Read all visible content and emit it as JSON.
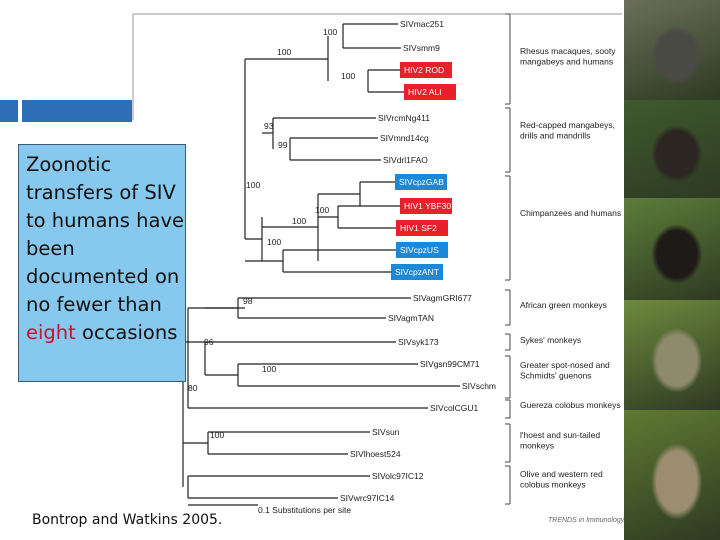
{
  "note": {
    "text_before": "Zoonotic transfers of SIV to humans have been documented on no fewer than ",
    "accent_word": "eight",
    "text_after": " occasions"
  },
  "citation": "Bontrop and Watkins 2005.",
  "colors": {
    "hiv_box": "#e8202a",
    "chimp_box": "#1e88d8",
    "note_bg": "#87c8ee",
    "accent": "#c8102e",
    "blue_bar": "#2d6fb7"
  },
  "tree": {
    "taxa": [
      {
        "label": "SIVmac251",
        "highlight": "none"
      },
      {
        "label": "SIVsmm9",
        "highlight": "none"
      },
      {
        "label": "HIV2 ROD",
        "highlight": "hiv"
      },
      {
        "label": "HIV2 ALI",
        "highlight": "hiv"
      },
      {
        "label": "SIVrcmNg411",
        "highlight": "none"
      },
      {
        "label": "SIVmnd14cg",
        "highlight": "none"
      },
      {
        "label": "SIVdrl1FAO",
        "highlight": "none"
      },
      {
        "label": "SIVcpzGAB",
        "highlight": "chimp"
      },
      {
        "label": "HIV1 YBF30",
        "highlight": "hiv"
      },
      {
        "label": "HIV1 SF2",
        "highlight": "hiv"
      },
      {
        "label": "SIVcpzUS",
        "highlight": "chimp"
      },
      {
        "label": "SIVcpzANT",
        "highlight": "chimp"
      },
      {
        "label": "SIVagmGRI677",
        "highlight": "none"
      },
      {
        "label": "SIVagmTAN",
        "highlight": "none"
      },
      {
        "label": "SIVsyk173",
        "highlight": "none"
      },
      {
        "label": "SIVgsn99CM71",
        "highlight": "none"
      },
      {
        "label": "SIVschm",
        "highlight": "none"
      },
      {
        "label": "SIVcolCGU1",
        "highlight": "none"
      },
      {
        "label": "SIVsun",
        "highlight": "none"
      },
      {
        "label": "SIVlhoest524",
        "highlight": "none"
      },
      {
        "label": "SIVolc97IC12",
        "highlight": "none"
      },
      {
        "label": "SIVwrc97IC14",
        "highlight": "none"
      }
    ],
    "bootstraps": [
      "100",
      "100",
      "100",
      "93",
      "99",
      "100",
      "100",
      "100",
      "100",
      "98",
      "96",
      "100",
      "80",
      "100"
    ],
    "groups": [
      "Rhesus macaques, sooty mangabeys and humans",
      "Red-capped mangabeys, drills and mandrills",
      "Chimpanzees and humans",
      "African green monkeys",
      "Sykes' monkeys",
      "Greater spot-nosed and Schmidts' guenons",
      "Guereza colobus monkeys",
      "l'hoest and sun-tailed monkeys",
      "Olive and western red colobus monkeys"
    ],
    "scale_label": "0.1 Substitutions per site",
    "source": "TRENDS in Immunology"
  },
  "photos": [
    {
      "name": "langur-photo",
      "bg": "#6b6f5a",
      "fur": "#4a4a44"
    },
    {
      "name": "mandrill-photo",
      "bg": "#3f5a2e",
      "fur": "#2b2622"
    },
    {
      "name": "chimpanzee-photo",
      "bg": "#5d7d3a",
      "fur": "#1e1a17"
    },
    {
      "name": "vervet-photo",
      "bg": "#6e8a3e",
      "fur": "#8e8a6e"
    },
    {
      "name": "colobus-photo",
      "bg": "#5f7a32",
      "fur": "#9c8d70"
    }
  ]
}
